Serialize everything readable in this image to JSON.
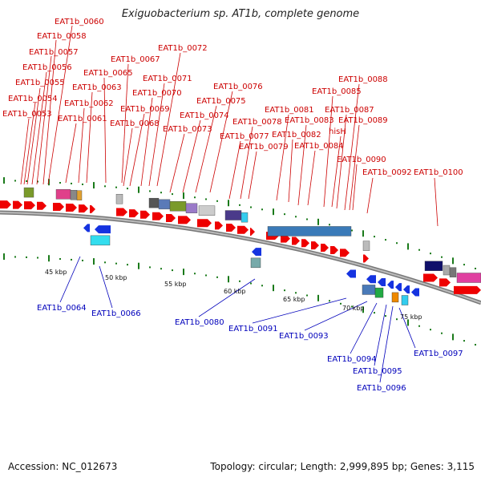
{
  "title": "Exiguobacterium sp. AT1b, complete genome",
  "footer": {
    "accession": "Accession: NC_012673",
    "topology": "Topology: circular; Length: 2,999,895 bp; Genes: 3,115"
  },
  "colors": {
    "forward_label": "#cc0000",
    "reverse_label": "#0000bb",
    "forward_gene": "#ee0000",
    "reverse_gene": "#1533e0",
    "backbone": "#888888",
    "tick": "#1a7a1a"
  },
  "forward_labels": [
    "EAT1b_0060",
    "EAT1b_0058",
    "EAT1b_0057",
    "EAT1b_0056",
    "EAT1b_0055",
    "EAT1b_0054",
    "EAT1b_0053",
    "EAT1b_0067",
    "EAT1b_0065",
    "EAT1b_0063",
    "EAT1b_0062",
    "EAT1b_0061",
    "EAT1b_0072",
    "EAT1b_0071",
    "EAT1b_0070",
    "EAT1b_0069",
    "EAT1b_0068",
    "EAT1b_0076",
    "EAT1b_0075",
    "EAT1b_0074",
    "EAT1b_0073",
    "EAT1b_0081",
    "EAT1b_0078",
    "EAT1b_0077",
    "EAT1b_0079",
    "EAT1b_0082",
    "EAT1b_0088",
    "EAT1b_0085",
    "EAT1b_0087",
    "EAT1b_0083",
    "hisH",
    "EAT1b_0089",
    "EAT1b_0084",
    "EAT1b_0090",
    "EAT1b_0092",
    "EAT1b_0100"
  ],
  "reverse_labels": [
    "EAT1b_0064",
    "EAT1b_0066",
    "EAT1b_0080",
    "EAT1b_0091",
    "EAT1b_0093",
    "EAT1b_0094",
    "EAT1b_0095",
    "EAT1b_0096",
    "EAT1b_0097"
  ],
  "scale_labels": [
    "45 kbp",
    "50 kbp",
    "55 kbp",
    "60 kbp",
    "65 kbp",
    "70 kbp",
    "75 kbp"
  ]
}
